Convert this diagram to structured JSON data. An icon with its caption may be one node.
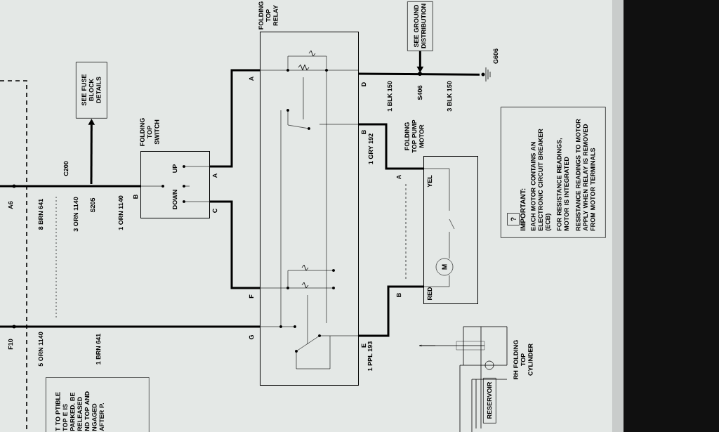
{
  "diagram": {
    "nodes": [
      {
        "text": [
          "FOLDING TOP RELAY"
        ]
      },
      {
        "text": [
          "FOLDING TOP SWITCH",
          "UP",
          "DOWN"
        ]
      },
      {
        "text": [
          "FOLDING TOP PUMP MOTOR",
          "M"
        ]
      },
      {
        "text": [
          "SEE FUSE BLOCK DETAILS"
        ]
      },
      {
        "text": [
          "SEE GROUND DISTRIBUTION"
        ]
      },
      {
        "text": [
          "?",
          "IMPORTANT:",
          "EACH MOTOR CONTAINS AN ELECTRONIC CIRCUIT BREAKER (ECB)",
          "FOR RESISTANCE READINGS, MOTOR IS INTEGRATED",
          "RESISTANCE READINGS TO MOTOR APPLY WHEN RELAY IS REMOVED FROM MOTOR TERMINALS"
        ]
      },
      {
        "text": [
          "T TO PTIBLE TOP E IS PARKED. BE RELEASED ND TOP AND NGAGED AFTER P."
        ]
      },
      {
        "text": [],
        "shape": "picture",
        "beside": [
          "RH FOLDING TOP CYLINDER"
        ]
      },
      {
        "text": [
          "RESERVOIR"
        ],
        "in": 7
      },
      {
        "text": [],
        "shape": "ground",
        "beside": [
          "G606"
        ]
      }
    ],
    "edges": [
      {
        "from": null,
        "to": 0,
        "arrow": "none",
        "label": "1 BRN 641"
      },
      {
        "from": null,
        "to": 1,
        "arrow": "none",
        "label": "1 ORN 1140"
      },
      {
        "from": 1,
        "to": 0,
        "arrow": "none"
      },
      {
        "from": 1,
        "to": 0,
        "arrow": "none"
      },
      {
        "from": 0,
        "to": 2,
        "arrow": "none",
        "label": "1 GRY 192"
      },
      {
        "from": 0,
        "to": 2,
        "arrow": "none",
        "label": "1 PPL 193"
      },
      {
        "from": 0,
        "to": 9,
        "arrow": "none",
        "label": "1 BLK 150"
      },
      {
        "from": null,
        "to": 3,
        "arrow": "to"
      },
      {
        "from": 4,
        "to": null,
        "arrow": "to"
      }
    ],
    "labels": [
      "A6",
      "F10",
      "8 BRN 641",
      "5 ORN 1140",
      "C200",
      "3 ORN 1140",
      "S205",
      "A",
      "F",
      "G",
      "D",
      "B",
      "E",
      "B",
      "A",
      "C",
      "A",
      "B",
      "YEL",
      "RED",
      "S406",
      "3 BLK 150"
    ]
  }
}
